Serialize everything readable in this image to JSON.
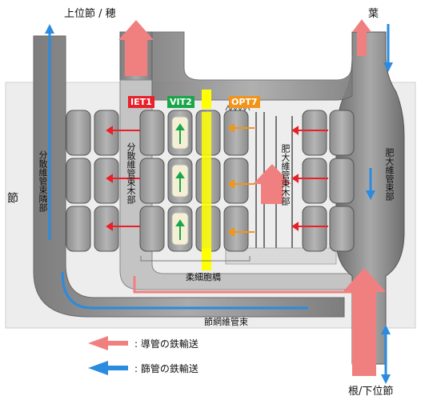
{
  "labels": {
    "top_left": "上位節 / 穂",
    "top_right": "葉",
    "bottom_right": "根/下位節",
    "node": "節",
    "diffuse_bundle_area": "分散維管束隣部",
    "diffuse_parenchyma": "分散維管束木部",
    "enlarged_parenchyma": "肥大維管束木部",
    "enlarged_bundle_area": "肥大維管束部",
    "parenchyma_bridge": "柔細胞橋",
    "nodal_network": "節網維管束"
  },
  "transporters": {
    "iet1": {
      "label": "IET1",
      "color": "#e8202a"
    },
    "vit2": {
      "label": "VIT2",
      "color": "#1aa64a"
    },
    "opt7": {
      "label": "OPT7",
      "color": "#f29418"
    }
  },
  "legend": {
    "xylem": {
      "label": ": 導管の鉄輸送",
      "color": "#f08080"
    },
    "phloem": {
      "label": ": 篩管の鉄輸送",
      "color": "#2a8be0"
    }
  },
  "colors": {
    "node_bg": "#ededed",
    "tissue": "#9d9d9d",
    "bar": "#ffff00"
  }
}
